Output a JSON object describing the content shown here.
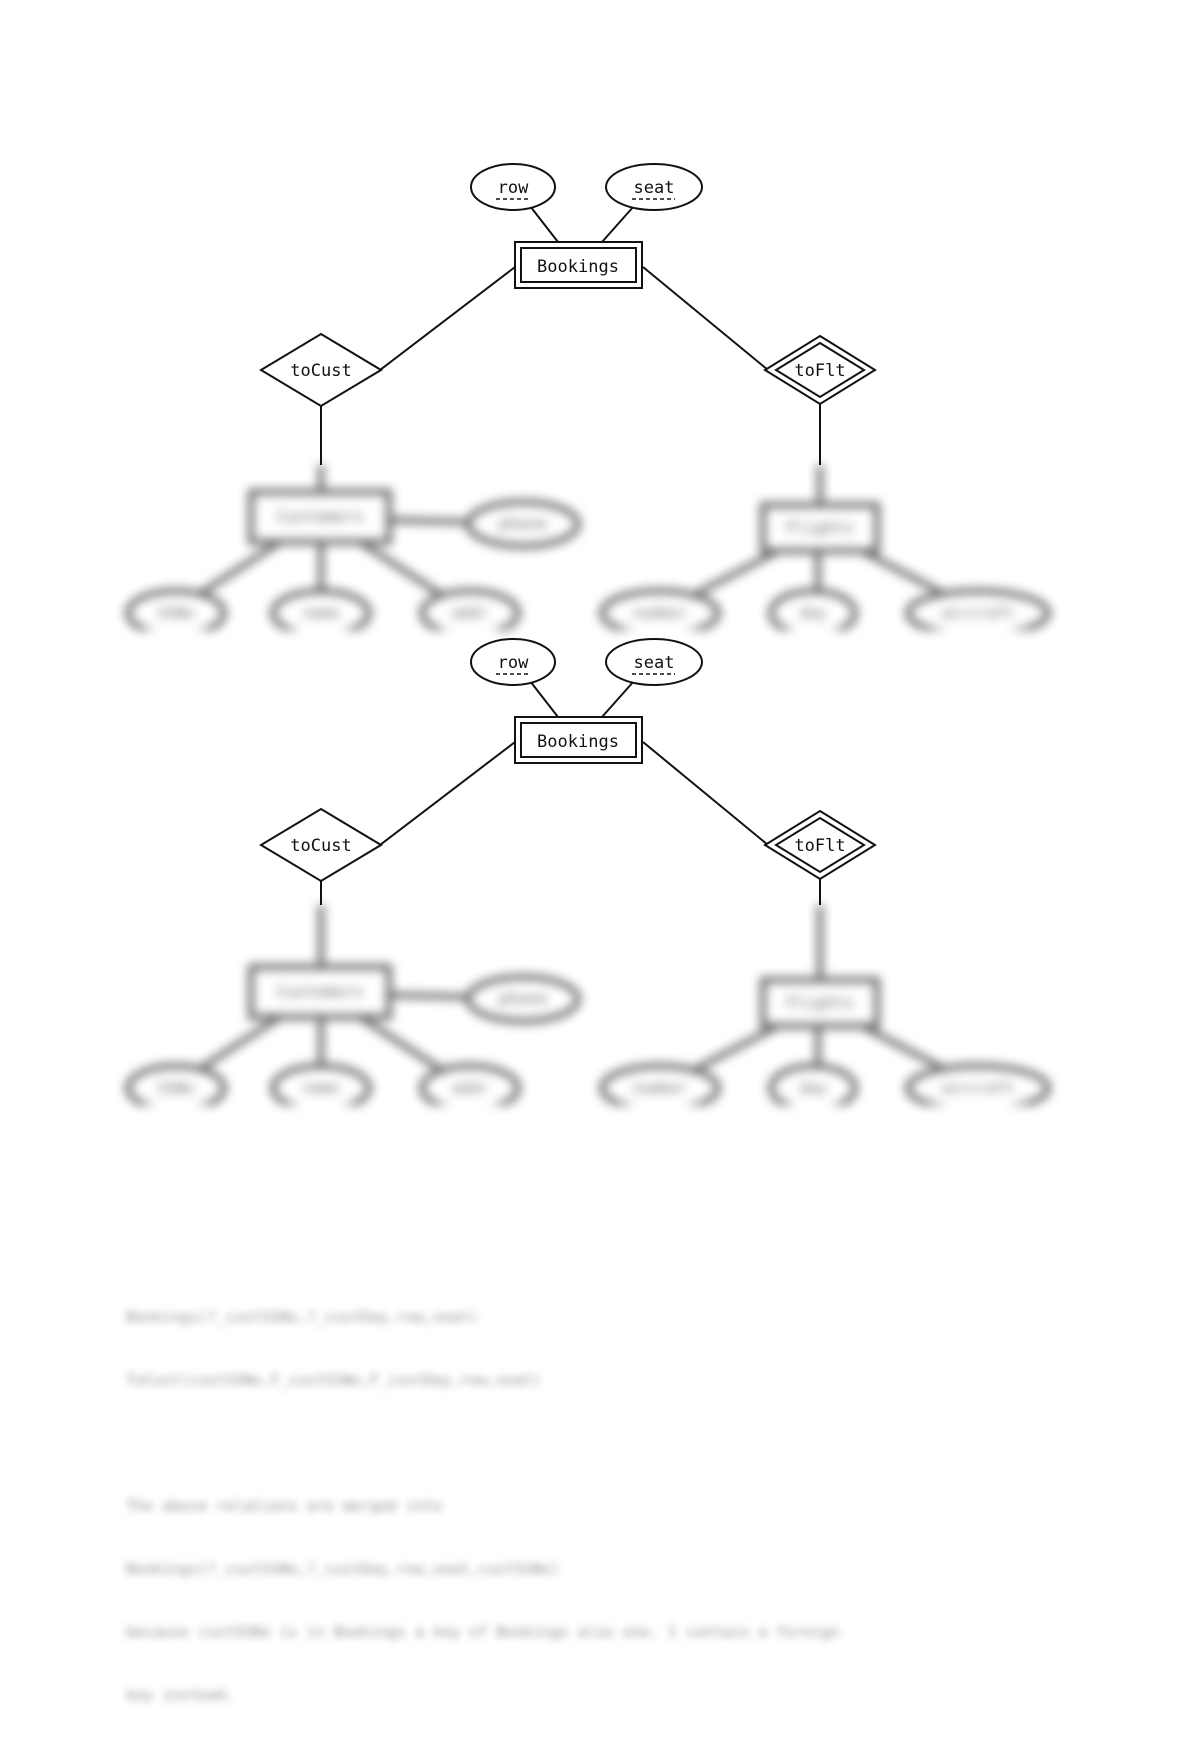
{
  "diagram": {
    "entity_main": "Bookings",
    "attributes_main": [
      "row",
      "seat"
    ],
    "relationship_left": "toCust",
    "relationship_right": "toFlt",
    "entity_left": "Customers",
    "entity_right": "Flights",
    "attributes_left": [
      "SSNo",
      "name",
      "addr"
    ],
    "attribute_left_extra": "phone",
    "attributes_right": [
      "number",
      "day",
      "aircraft"
    ]
  },
  "notes": {
    "line1": "Bookings(?_custSSNo,?_custDay,row,seat)",
    "line2": "ToCust(custSSNo,F_custSSNo,F_custDay,row,seat)",
    "line3": "The above relations are merged into",
    "line4": "Bookings(?_custSSNo,?_custDay,row,seat,custSSNo)",
    "line5": "because custSSNo is in Bookings a key of Bookings also one. I contain a foreign",
    "line6": "key instead."
  }
}
